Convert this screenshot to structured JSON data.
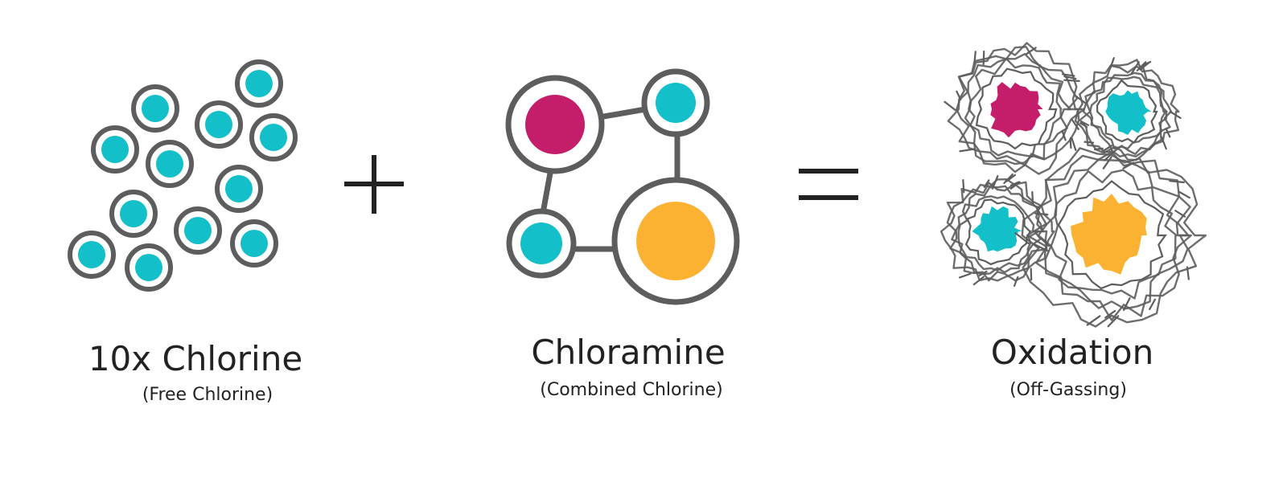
{
  "colors": {
    "ring": "#5d5d5d",
    "cyan": "#13bfc8",
    "magenta": "#c41e6a",
    "yellow": "#fbb232",
    "text": "#222222"
  },
  "groups": [
    {
      "title": "10x Chlorine",
      "subtitle": "(Free Chlorine)"
    },
    {
      "title": "Chloramine",
      "subtitle": "(Combined Chlorine)"
    },
    {
      "title": "Oxidation",
      "subtitle": "(Off-Gassing)"
    }
  ],
  "operators": [
    "+",
    "="
  ]
}
